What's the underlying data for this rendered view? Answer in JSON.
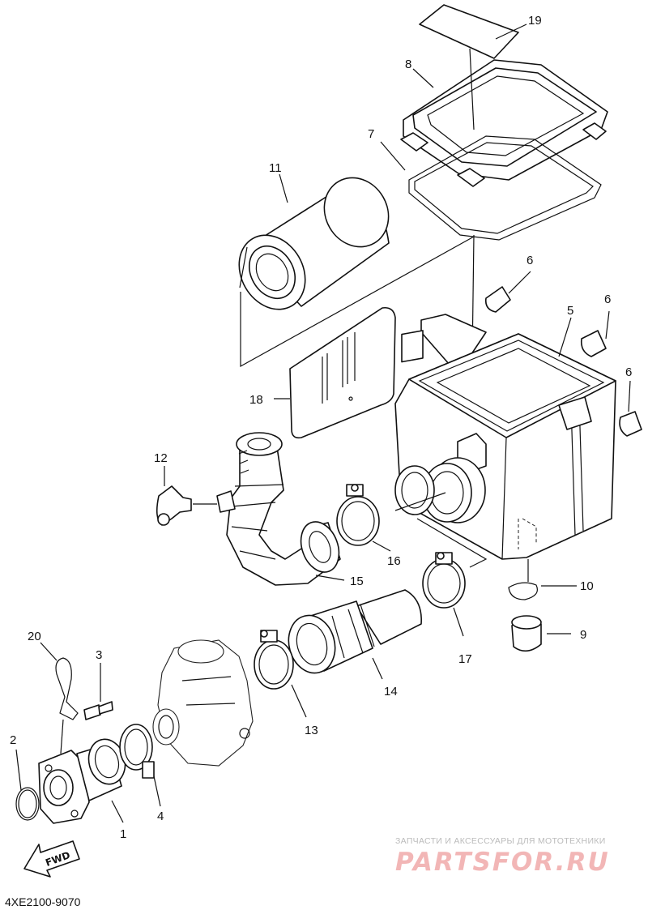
{
  "diagram": {
    "callouts": [
      {
        "id": "c19",
        "text": "19"
      },
      {
        "id": "c8",
        "text": "8"
      },
      {
        "id": "c7",
        "text": "7"
      },
      {
        "id": "c11",
        "text": "11"
      },
      {
        "id": "c6a",
        "text": "6"
      },
      {
        "id": "c6b",
        "text": "6"
      },
      {
        "id": "c5",
        "text": "5"
      },
      {
        "id": "c6c",
        "text": "6"
      },
      {
        "id": "c18",
        "text": "18"
      },
      {
        "id": "c12",
        "text": "12"
      },
      {
        "id": "c16",
        "text": "16"
      },
      {
        "id": "c15",
        "text": "15"
      },
      {
        "id": "c10",
        "text": "10"
      },
      {
        "id": "c9",
        "text": "9"
      },
      {
        "id": "c17",
        "text": "17"
      },
      {
        "id": "c20",
        "text": "20"
      },
      {
        "id": "c3",
        "text": "3"
      },
      {
        "id": "c14",
        "text": "14"
      },
      {
        "id": "c13",
        "text": "13"
      },
      {
        "id": "c2",
        "text": "2"
      },
      {
        "id": "c4",
        "text": "4"
      },
      {
        "id": "c1",
        "text": "1"
      }
    ],
    "fwd_label": "FWD",
    "diagram_code": "4XE2100-9070"
  },
  "watermark": {
    "tagline": "ЗАПЧАСТИ И АКСЕССУАРЫ ДЛЯ МОТОТЕХНИКИ",
    "brand": "PARTSFOR.RU"
  }
}
